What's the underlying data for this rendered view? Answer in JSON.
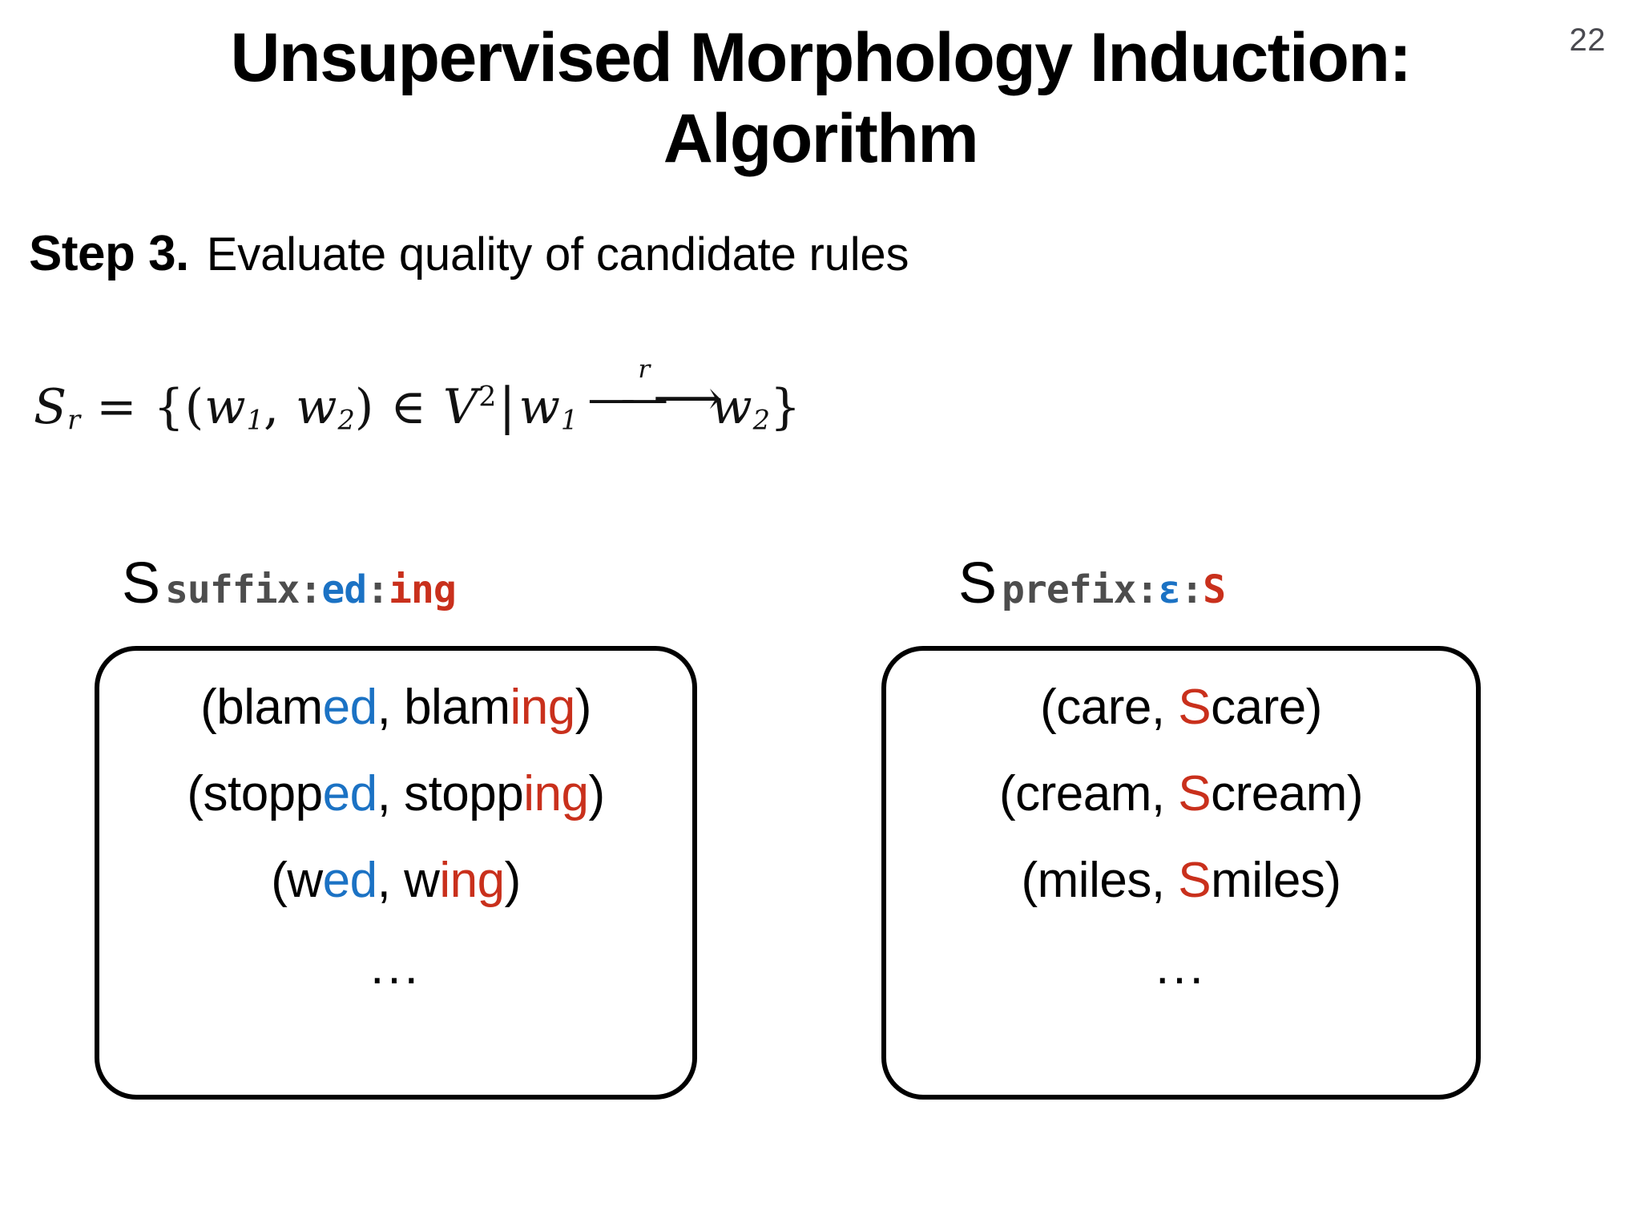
{
  "slide": {
    "page_number": "22",
    "title_lines": [
      "Unsupervised Morphology Induction:",
      "Algorithm"
    ],
    "step": {
      "label": "Step 3.",
      "text": "Evaluate quality of candidate rules"
    },
    "formula": {
      "plain": "S_r = {(w1, w2) ∈ V² | w1 --r--> w2}",
      "lhs_symbol": "S",
      "lhs_subscript": "r",
      "equals": "=",
      "open_brace": "{",
      "open_paren": "(",
      "var1": "w",
      "var1_sub": "1",
      "comma": ",",
      "var2": "w",
      "var2_sub": "2",
      "close_paren": ")",
      "member": "∈",
      "universe": "V",
      "universe_sup": "2",
      "bar": "|",
      "var3": "w",
      "var3_sub": "1",
      "arrow_label": "r",
      "var4": "w",
      "var4_sub": "2",
      "close_brace": "}"
    },
    "sets": [
      {
        "name": "suffix-set",
        "label": {
          "symbol": "S",
          "subscript_parts": [
            {
              "text": "suffix:",
              "color_name": "gray",
              "color": "#4d4d4d"
            },
            {
              "text": "ed",
              "color_name": "blue",
              "color": "#1b72c4"
            },
            {
              "text": ":",
              "color_name": "gray",
              "color": "#4d4d4d"
            },
            {
              "text": "ing",
              "color_name": "red",
              "color": "#c9301c"
            }
          ]
        },
        "pairs": [
          [
            {
              "text": "(blam",
              "color_name": "black"
            },
            {
              "text": "ed",
              "color_name": "blue"
            },
            {
              "text": ", blam",
              "color_name": "black"
            },
            {
              "text": "ing",
              "color_name": "red"
            },
            {
              "text": ")",
              "color_name": "black"
            }
          ],
          [
            {
              "text": "(stopp",
              "color_name": "black"
            },
            {
              "text": "ed",
              "color_name": "blue"
            },
            {
              "text": ", stopp",
              "color_name": "black"
            },
            {
              "text": "ing",
              "color_name": "red"
            },
            {
              "text": ")",
              "color_name": "black"
            }
          ],
          [
            {
              "text": "(w",
              "color_name": "black"
            },
            {
              "text": "ed",
              "color_name": "blue"
            },
            {
              "text": ", w",
              "color_name": "black"
            },
            {
              "text": "ing",
              "color_name": "red"
            },
            {
              "text": ")",
              "color_name": "black"
            }
          ]
        ],
        "ellipsis": "..."
      },
      {
        "name": "prefix-set",
        "label": {
          "symbol": "S",
          "subscript_parts": [
            {
              "text": "prefix:",
              "color_name": "gray",
              "color": "#4d4d4d"
            },
            {
              "text": "ε",
              "color_name": "blue",
              "color": "#1b72c4"
            },
            {
              "text": ":",
              "color_name": "gray",
              "color": "#4d4d4d"
            },
            {
              "text": "S",
              "color_name": "red",
              "color": "#c9301c"
            }
          ]
        },
        "pairs": [
          [
            {
              "text": "(care, ",
              "color_name": "black"
            },
            {
              "text": "S",
              "color_name": "red"
            },
            {
              "text": "care)",
              "color_name": "black"
            }
          ],
          [
            {
              "text": "(cream, ",
              "color_name": "black"
            },
            {
              "text": "S",
              "color_name": "red"
            },
            {
              "text": "cream)",
              "color_name": "black"
            }
          ],
          [
            {
              "text": "(miles, ",
              "color_name": "black"
            },
            {
              "text": "S",
              "color_name": "red"
            },
            {
              "text": "miles)",
              "color_name": "black"
            }
          ]
        ],
        "ellipsis": "..."
      }
    ],
    "colors": {
      "background": "#ffffff",
      "text": "#000000",
      "blue": "#1b72c4",
      "red": "#c9301c",
      "gray": "#4d4d4d",
      "page_number": "#4a4a50"
    }
  }
}
